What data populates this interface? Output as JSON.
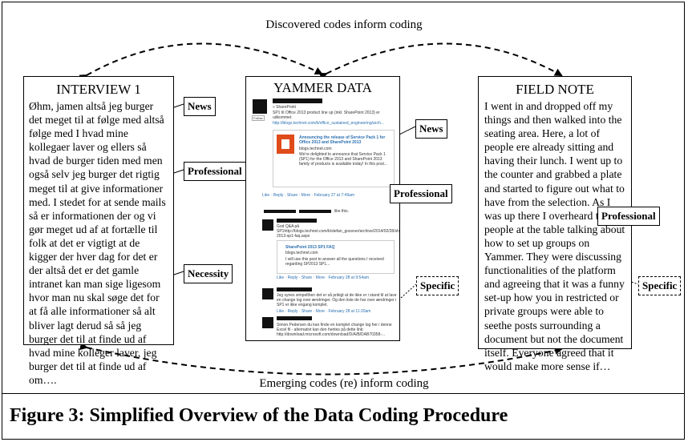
{
  "top_label": "Discovered codes inform coding",
  "bottom_label": "Emerging codes (re) inform coding",
  "caption": "Figure 3: Simplified Overview of the Data Coding Procedure",
  "interview": {
    "title": "INTERVIEW 1",
    "text": "Øhm, jamen altså jeg burger det meget til at følge med altså følge med I hvad mine kollegaer laver og ellers så hvad de burger tiden med men også selv jeg burger det rigtig meget til at give informationer med. I stedet for at sende mails så  er informationen der og vi gør meget ud af at fortælle til folk at det er vigtigt at de kigger der hver dag for det er der altså det er det gamle intranet kan man sige ligesom hvor man nu skal søge det for at få alle informationer så alt bliver lagt derud så så jeg burger det til at finde ud af hvad mine kolleger laver, jeg burger det til at finde ud af om…."
  },
  "yammer": {
    "title": "YAMMER DATA",
    "post1_prefix": "» SharePoint",
    "post1_text": "SP1 til Office 2013 product line up (inkl. SharePoint 2013) er udkommet",
    "post1_link": "http://blogs.technet.com/b/office_sustained_engineering/arch...",
    "card1_title": "Announcing the release of Service Pack 1 for Office 2013 and SharePoint 2013",
    "card1_source": "blogs.technet.com",
    "card1_desc": "We're delighted to announce that Service Pack 1 (SP1) for the Office 2013 and SharePoint 2013 family of products is available today! In this post...",
    "follow_label": "Follow",
    "actions1": "Like · Reply · Share · More · February 27 at 7:49am",
    "likes_text": "like this.",
    "reply1_text": "God Q&A på SP1http://blogs.technet.com/b/stefan_gossner/archive/2014/02/28/sharepoint-2013-sp1-faq.aspx",
    "card2_title": "SharePoint 2013 SP1 FAQ",
    "card2_source": "blogs.technet.com",
    "card2_desc": "I will use this post to answer all the questions I received regarding SP2013 SP1...",
    "actions2": "Like · Reply · Share · More · February 28 at 9:54am",
    "reply2_text": "Jeg synes simpelthen det er så prikigt at de ikke er i stand til at lave en change log over ændringer. Og den liste de har over ændringer i SP1 er ikke engang komplet.",
    "actions3": "Like · Reply · Share · More · February 28 at 11:20am",
    "reply3_text": "Simon Pedersen du kan finde en komplet change log her i denne Excel fil - alternativt kan den hentes på dette link: http://download.microsoft.com/download/D/A/B/DAB70358-..."
  },
  "field_note": {
    "title": "FIELD NOTE",
    "text": "I went in and dropped off my things and then walked into the seating area. Here, a lot of people ere already sitting and having their lunch. I went up to the counter and grabbed a plate and started to figure out what to have from the selection. As I was up there I overheard the people at the table talking about how to set up groups on Yammer. They were discussing functionalities of the platform and agreeing that it was a funny set-up how you in restricted or private groups were able to seethe posts surrounding a document but not the document itself. Everyone agreed that it would make more sense if…"
  },
  "tags": {
    "interview_news": "News",
    "interview_professional": "Professional",
    "interview_necessity": "Necessity",
    "yammer_news": "News",
    "yammer_professional": "Professional",
    "yammer_specific": "Specific",
    "field_professional": "Professional",
    "field_specific": "Specific"
  }
}
